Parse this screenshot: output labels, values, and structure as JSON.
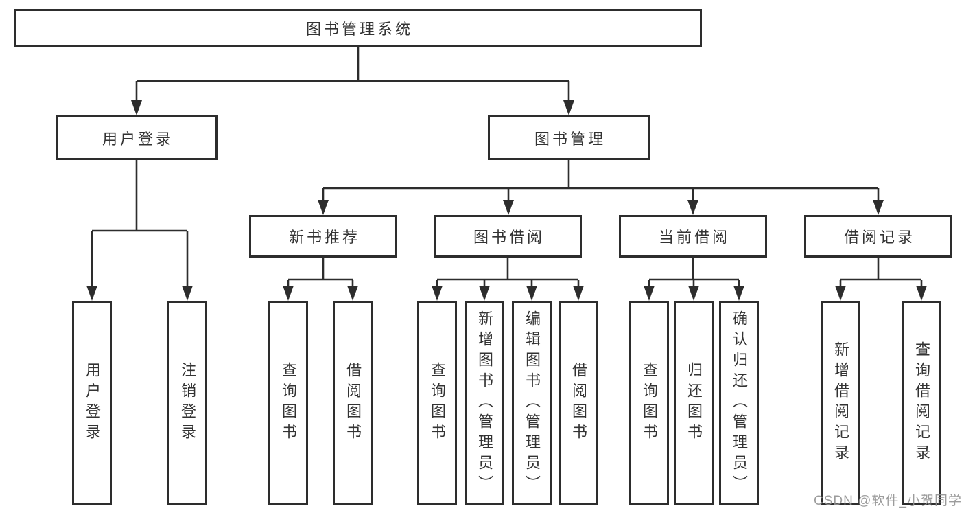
{
  "diagram": {
    "root": {
      "label": "图书管理系统"
    },
    "level2": {
      "user_login": {
        "label": "用户登录"
      },
      "book_management": {
        "label": "图书管理"
      }
    },
    "level3": {
      "new_book_recommend": {
        "label": "新书推荐"
      },
      "book_borrow": {
        "label": "图书借阅"
      },
      "current_borrow": {
        "label": "当前借阅"
      },
      "borrow_record": {
        "label": "借阅记录"
      }
    },
    "leaves": {
      "user_login_login": {
        "label": "用户登录"
      },
      "user_login_logout": {
        "label": "注销登录"
      },
      "new_book_query": {
        "label": "查询图书"
      },
      "new_book_borrow": {
        "label": "借阅图书"
      },
      "borrow_query": {
        "label": "查询图书"
      },
      "borrow_add": {
        "label": "新增图书（管理员）"
      },
      "borrow_edit": {
        "label": "编辑图书（管理员）"
      },
      "borrow_borrow": {
        "label": "借阅图书"
      },
      "current_query": {
        "label": "查询图书"
      },
      "current_return": {
        "label": "归还图书"
      },
      "current_confirm": {
        "label": "确认归还（管理员）"
      },
      "record_add": {
        "label": "新增借阅记录"
      },
      "record_query": {
        "label": "查询借阅记录"
      }
    }
  },
  "watermark": {
    "text": "CSDN @软件_小贺同学"
  },
  "colors": {
    "line": "#2d2d2d",
    "box_border": "#2d2d2d",
    "text": "#333333",
    "watermark": "#919191",
    "background": "#ffffff"
  }
}
